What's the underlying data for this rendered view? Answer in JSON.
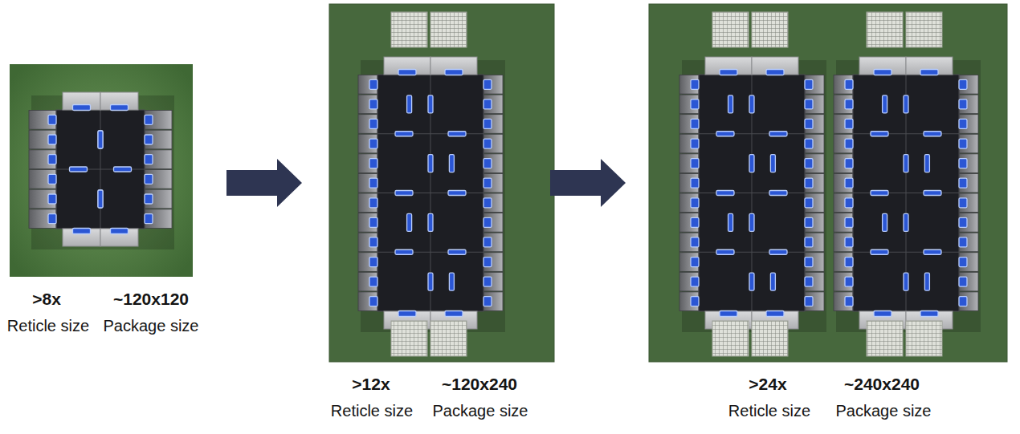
{
  "diagram": {
    "labels": [
      ">8x",
      "Reticle size",
      "~120x120",
      "Package size",
      ">12x",
      "Reticle size",
      "~120x240",
      "Package size",
      ">24x",
      "Reticle size",
      "~240x240",
      "Package size"
    ]
  }
}
